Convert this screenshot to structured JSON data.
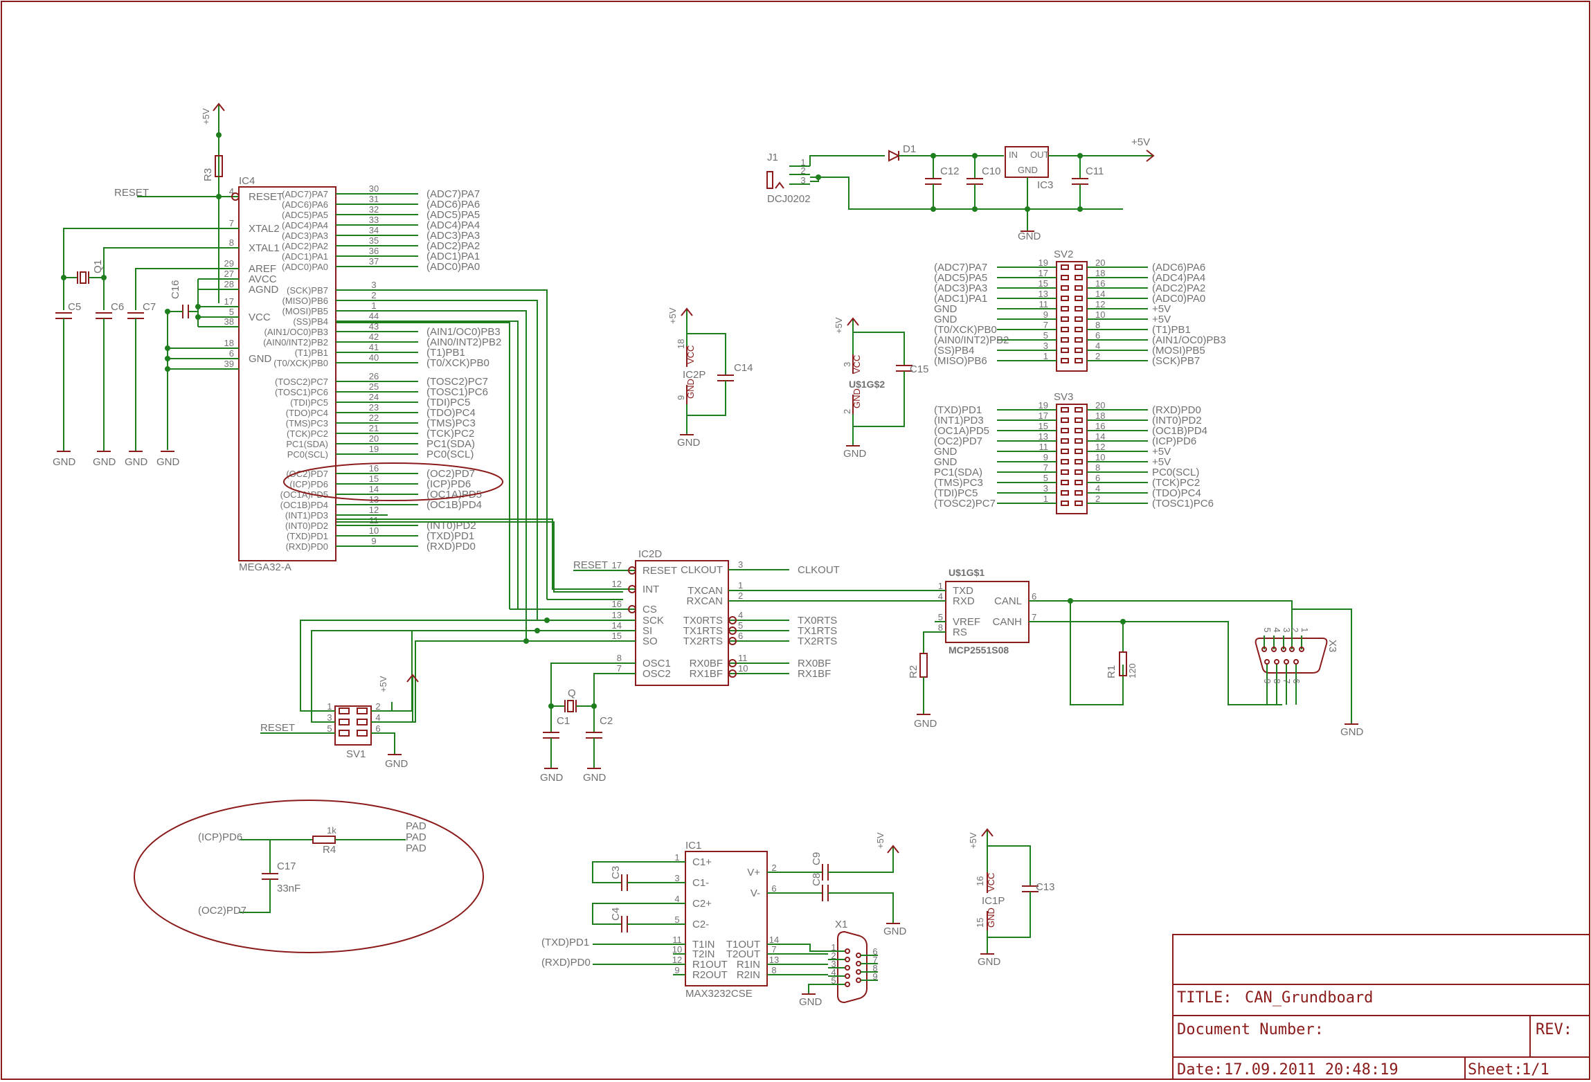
{
  "title_block": {
    "title_label": "TITLE:",
    "title": "CAN_Grundboard",
    "document_number_label": "Document Number:",
    "rev_label": "REV:",
    "date_label": "Date:",
    "date": "17.09.2011 20:48:19",
    "sheet_label": "Sheet:",
    "sheet": "1/1"
  },
  "ic4": {
    "name": "IC4",
    "part": "MEGA32-A",
    "left_pins": [
      {
        "num": "4",
        "label": "RESET"
      },
      {
        "num": "7",
        "label": "XTAL2"
      },
      {
        "num": "8",
        "label": "XTAL1"
      },
      {
        "num": "29",
        "label": "AREF"
      },
      {
        "num": "27",
        "label": "AVCC"
      },
      {
        "num": "28",
        "label": "AGND"
      },
      {
        "num": "17",
        "label": ""
      },
      {
        "num": "5",
        "label": "VCC"
      },
      {
        "num": "38",
        "label": ""
      },
      {
        "num": "18",
        "label": ""
      },
      {
        "num": "6",
        "label": "GND"
      },
      {
        "num": "39",
        "label": ""
      }
    ],
    "right_pins": [
      {
        "num": "30",
        "label": "(ADC7)PA7",
        "net": "(ADC7)PA7"
      },
      {
        "num": "31",
        "label": "(ADC6)PA6",
        "net": "(ADC6)PA6"
      },
      {
        "num": "32",
        "label": "(ADC5)PA5",
        "net": "(ADC5)PA5"
      },
      {
        "num": "33",
        "label": "(ADC4)PA4",
        "net": "(ADC4)PA4"
      },
      {
        "num": "34",
        "label": "(ADC3)PA3",
        "net": "(ADC3)PA3"
      },
      {
        "num": "35",
        "label": "(ADC2)PA2",
        "net": "(ADC2)PA2"
      },
      {
        "num": "36",
        "label": "(ADC1)PA1",
        "net": "(ADC1)PA1"
      },
      {
        "num": "37",
        "label": "(ADC0)PA0",
        "net": "(ADC0)PA0"
      },
      {
        "num": "3",
        "label": "(SCK)PB7",
        "net": ""
      },
      {
        "num": "2",
        "label": "(MISO)PB6",
        "net": ""
      },
      {
        "num": "1",
        "label": "(MOSI)PB5",
        "net": ""
      },
      {
        "num": "44",
        "label": "(SS)PB4",
        "net": ""
      },
      {
        "num": "43",
        "label": "(AIN1/OC0)PB3",
        "net": "(AIN1/OC0)PB3"
      },
      {
        "num": "42",
        "label": "(AIN0/INT2)PB2",
        "net": "(AIN0/INT2)PB2"
      },
      {
        "num": "41",
        "label": "(T1)PB1",
        "net": "(T1)PB1"
      },
      {
        "num": "40",
        "label": "(T0/XCK)PB0",
        "net": "(T0/XCK)PB0"
      },
      {
        "num": "26",
        "label": "(TOSC2)PC7",
        "net": "(TOSC2)PC7"
      },
      {
        "num": "25",
        "label": "(TOSC1)PC6",
        "net": "(TOSC1)PC6"
      },
      {
        "num": "24",
        "label": "(TDI)PC5",
        "net": "(TDI)PC5"
      },
      {
        "num": "23",
        "label": "(TDO)PC4",
        "net": "(TDO)PC4"
      },
      {
        "num": "22",
        "label": "(TMS)PC3",
        "net": "(TMS)PC3"
      },
      {
        "num": "21",
        "label": "(TCK)PC2",
        "net": "(TCK)PC2"
      },
      {
        "num": "20",
        "label": "PC1(SDA)",
        "net": "PC1(SDA)"
      },
      {
        "num": "19",
        "label": "PC0(SCL)",
        "net": "PC0(SCL)"
      },
      {
        "num": "16",
        "label": "(OC2)PD7",
        "net": "(OC2)PD7"
      },
      {
        "num": "15",
        "label": "(ICP)PD6",
        "net": "(ICP)PD6"
      },
      {
        "num": "14",
        "label": "(OC1A)PD5",
        "net": "(OC1A)PD5"
      },
      {
        "num": "13",
        "label": "(OC1B)PD4",
        "net": "(OC1B)PD4"
      },
      {
        "num": "12",
        "label": "(INT1)PD3",
        "net": ""
      },
      {
        "num": "11",
        "label": "(INT0)PD2",
        "net": "(INT0)PD2"
      },
      {
        "num": "10",
        "label": "(TXD)PD1",
        "net": "(TXD)PD1"
      },
      {
        "num": "9",
        "label": "(RXD)PD0",
        "net": "(RXD)PD0"
      }
    ]
  },
  "ic4_support": {
    "r3": "R3",
    "vcc": "+5V",
    "reset": "RESET",
    "q1": "Q1",
    "c5": "C5",
    "c6": "C6",
    "c7": "C7",
    "c16": "C16",
    "gnd": "GND"
  },
  "ic2d": {
    "name": "IC2D",
    "left_pins": [
      {
        "num": "17",
        "label": "RESET"
      },
      {
        "num": "12",
        "label": "INT"
      },
      {
        "num": "16",
        "label": "CS"
      },
      {
        "num": "13",
        "label": "SCK"
      },
      {
        "num": "14",
        "label": "SI"
      },
      {
        "num": "15",
        "label": "SO"
      },
      {
        "num": "8",
        "label": "OSC1"
      },
      {
        "num": "7",
        "label": "OSC2"
      }
    ],
    "right_pins": [
      {
        "num": "3",
        "label": "CLKOUT",
        "net": "CLKOUT"
      },
      {
        "num": "1",
        "label": "TXCAN",
        "net": ""
      },
      {
        "num": "2",
        "label": "RXCAN",
        "net": ""
      },
      {
        "num": "4",
        "label": "TX0RTS",
        "net": "TX0RTS"
      },
      {
        "num": "5",
        "label": "TX1RTS",
        "net": "TX1RTS"
      },
      {
        "num": "6",
        "label": "TX2RTS",
        "net": "TX2RTS"
      },
      {
        "num": "11",
        "label": "RX0BF",
        "net": "RX0BF"
      },
      {
        "num": "10",
        "label": "RX1BF",
        "net": "RX1BF"
      }
    ],
    "reset_net": "RESET"
  },
  "osc2": {
    "q": "Q",
    "c1": "C1",
    "c2": "C2",
    "gnd": "GND"
  },
  "sv1": {
    "name": "SV1",
    "reset": "RESET",
    "vcc": "+5V",
    "gnd": "GND",
    "pins": [
      "1",
      "2",
      "3",
      "4",
      "5",
      "6"
    ]
  },
  "power": {
    "j1": "J1",
    "jack": "DCJ0202",
    "d1": "D1",
    "c12": "C12",
    "c10": "C10",
    "c11": "C11",
    "ic3": "IC3",
    "in": "IN",
    "out": "OUT",
    "gnd_pin": "GND",
    "vcc": "+5V",
    "gnd": "GND",
    "jack_pins": [
      "1",
      "2",
      "3"
    ]
  },
  "ic2p": {
    "name": "IC2P",
    "vcc": "+5V",
    "gnd": "GND",
    "c": "C14",
    "pin_vcc": "18",
    "pin_gnd": "9",
    "vcc_label": "VCC",
    "gnd_label": "GND"
  },
  "u1g2": {
    "name": "U$1G$2",
    "vcc": "+5V",
    "gnd": "GND",
    "c": "C15",
    "pin_vcc": "3",
    "pin_gnd": "2",
    "vcc_label": "VCC",
    "gnd_label": "GND"
  },
  "ic1p": {
    "name": "IC1P",
    "vcc": "+5V",
    "gnd": "GND",
    "c": "C13",
    "pin_vcc": "16",
    "pin_gnd": "15",
    "vcc_label": "VCC",
    "gnd_label": "GND"
  },
  "sv2": {
    "name": "SV2",
    "rows": [
      {
        "l": "(ADC7)PA7",
        "lp": "19",
        "rp": "20",
        "r": "(ADC6)PA6"
      },
      {
        "l": "(ADC5)PA5",
        "lp": "17",
        "rp": "18",
        "r": "(ADC4)PA4"
      },
      {
        "l": "(ADC3)PA3",
        "lp": "15",
        "rp": "16",
        "r": "(ADC2)PA2"
      },
      {
        "l": "(ADC1)PA1",
        "lp": "13",
        "rp": "14",
        "r": "(ADC0)PA0"
      },
      {
        "l": "GND",
        "lp": "11",
        "rp": "12",
        "r": "+5V"
      },
      {
        "l": "GND",
        "lp": "9",
        "rp": "10",
        "r": "+5V"
      },
      {
        "l": "(T0/XCK)PB0",
        "lp": "7",
        "rp": "8",
        "r": "(T1)PB1"
      },
      {
        "l": "(AIN0/INT2)PB2",
        "lp": "5",
        "rp": "6",
        "r": "(AIN1/OC0)PB3"
      },
      {
        "l": "(SS)PB4",
        "lp": "3",
        "rp": "4",
        "r": "(MOSI)PB5"
      },
      {
        "l": "(MISO)PB6",
        "lp": "1",
        "rp": "2",
        "r": "(SCK)PB7"
      }
    ]
  },
  "sv3": {
    "name": "SV3",
    "rows": [
      {
        "l": "(TXD)PD1",
        "lp": "19",
        "rp": "20",
        "r": "(RXD)PD0"
      },
      {
        "l": "(INT1)PD3",
        "lp": "17",
        "rp": "18",
        "r": "(INT0)PD2"
      },
      {
        "l": "(OC1A)PD5",
        "lp": "15",
        "rp": "16",
        "r": "(OC1B)PD4"
      },
      {
        "l": "(OC2)PD7",
        "lp": "13",
        "rp": "14",
        "r": "(ICP)PD6"
      },
      {
        "l": "GND",
        "lp": "11",
        "rp": "12",
        "r": "+5V"
      },
      {
        "l": "GND",
        "lp": "9",
        "rp": "10",
        "r": "+5V"
      },
      {
        "l": "PC1(SDA)",
        "lp": "7",
        "rp": "8",
        "r": "PC0(SCL)"
      },
      {
        "l": "(TMS)PC3",
        "lp": "5",
        "rp": "6",
        "r": "(TCK)PC2"
      },
      {
        "l": "(TDI)PC5",
        "lp": "3",
        "rp": "4",
        "r": "(TDO)PC4"
      },
      {
        "l": "(TOSC2)PC7",
        "lp": "1",
        "rp": "2",
        "r": "(TOSC1)PC6"
      }
    ]
  },
  "u1g1": {
    "name": "U$1G$1",
    "part": "MCP2551S08",
    "left_pins": [
      {
        "num": "1",
        "label": "TXD"
      },
      {
        "num": "4",
        "label": "RXD"
      },
      {
        "num": "5",
        "label": "VREF"
      },
      {
        "num": "8",
        "label": "RS"
      }
    ],
    "right_pins": [
      {
        "num": "6",
        "label": "CANL"
      },
      {
        "num": "7",
        "label": "CANH"
      }
    ],
    "r2": "R2",
    "r1": "R1",
    "r1_value": "120",
    "gnd": "GND"
  },
  "x3": {
    "name": "X3",
    "pins": [
      "5",
      "4",
      "3",
      "2",
      "1",
      "9",
      "8",
      "7",
      "6"
    ],
    "gnd": "GND"
  },
  "filter": {
    "icp": "(ICP)PD6",
    "oc2": "(OC2)PD7",
    "r4": "R4",
    "r4_value": "1k",
    "c17": "C17",
    "c17_value": "33nF",
    "pads": [
      "PAD",
      "PAD",
      "PAD"
    ]
  },
  "ic1": {
    "name": "IC1",
    "part": "MAX3232CSE",
    "left_pins": [
      {
        "num": "1",
        "label": "C1+"
      },
      {
        "num": "3",
        "label": "C1-"
      },
      {
        "num": "4",
        "label": "C2+"
      },
      {
        "num": "5",
        "label": "C2-"
      },
      {
        "num": "11",
        "label": "T1IN"
      },
      {
        "num": "10",
        "label": "T2IN"
      },
      {
        "num": "12",
        "label": "R1OUT"
      },
      {
        "num": "9",
        "label": "R2OUT"
      }
    ],
    "right_pins": [
      {
        "num": "2",
        "label": "V+"
      },
      {
        "num": "6",
        "label": "V-"
      },
      {
        "num": "14",
        "label": "T1OUT"
      },
      {
        "num": "7",
        "label": "T2OUT"
      },
      {
        "num": "13",
        "label": "R1IN"
      },
      {
        "num": "8",
        "label": "R2IN"
      }
    ],
    "c3": "C3",
    "c4": "C4",
    "c9": "C9",
    "c8": "C8",
    "txd": "(TXD)PD1",
    "rxd": "(RXD)PD0",
    "vcc": "+5V",
    "gnd": "GND"
  },
  "x1": {
    "name": "X1",
    "pins_left": [
      "1",
      "2",
      "3",
      "4",
      "5"
    ],
    "pins_right": [
      "6",
      "7",
      "8",
      "9"
    ],
    "gnd": "GND"
  }
}
